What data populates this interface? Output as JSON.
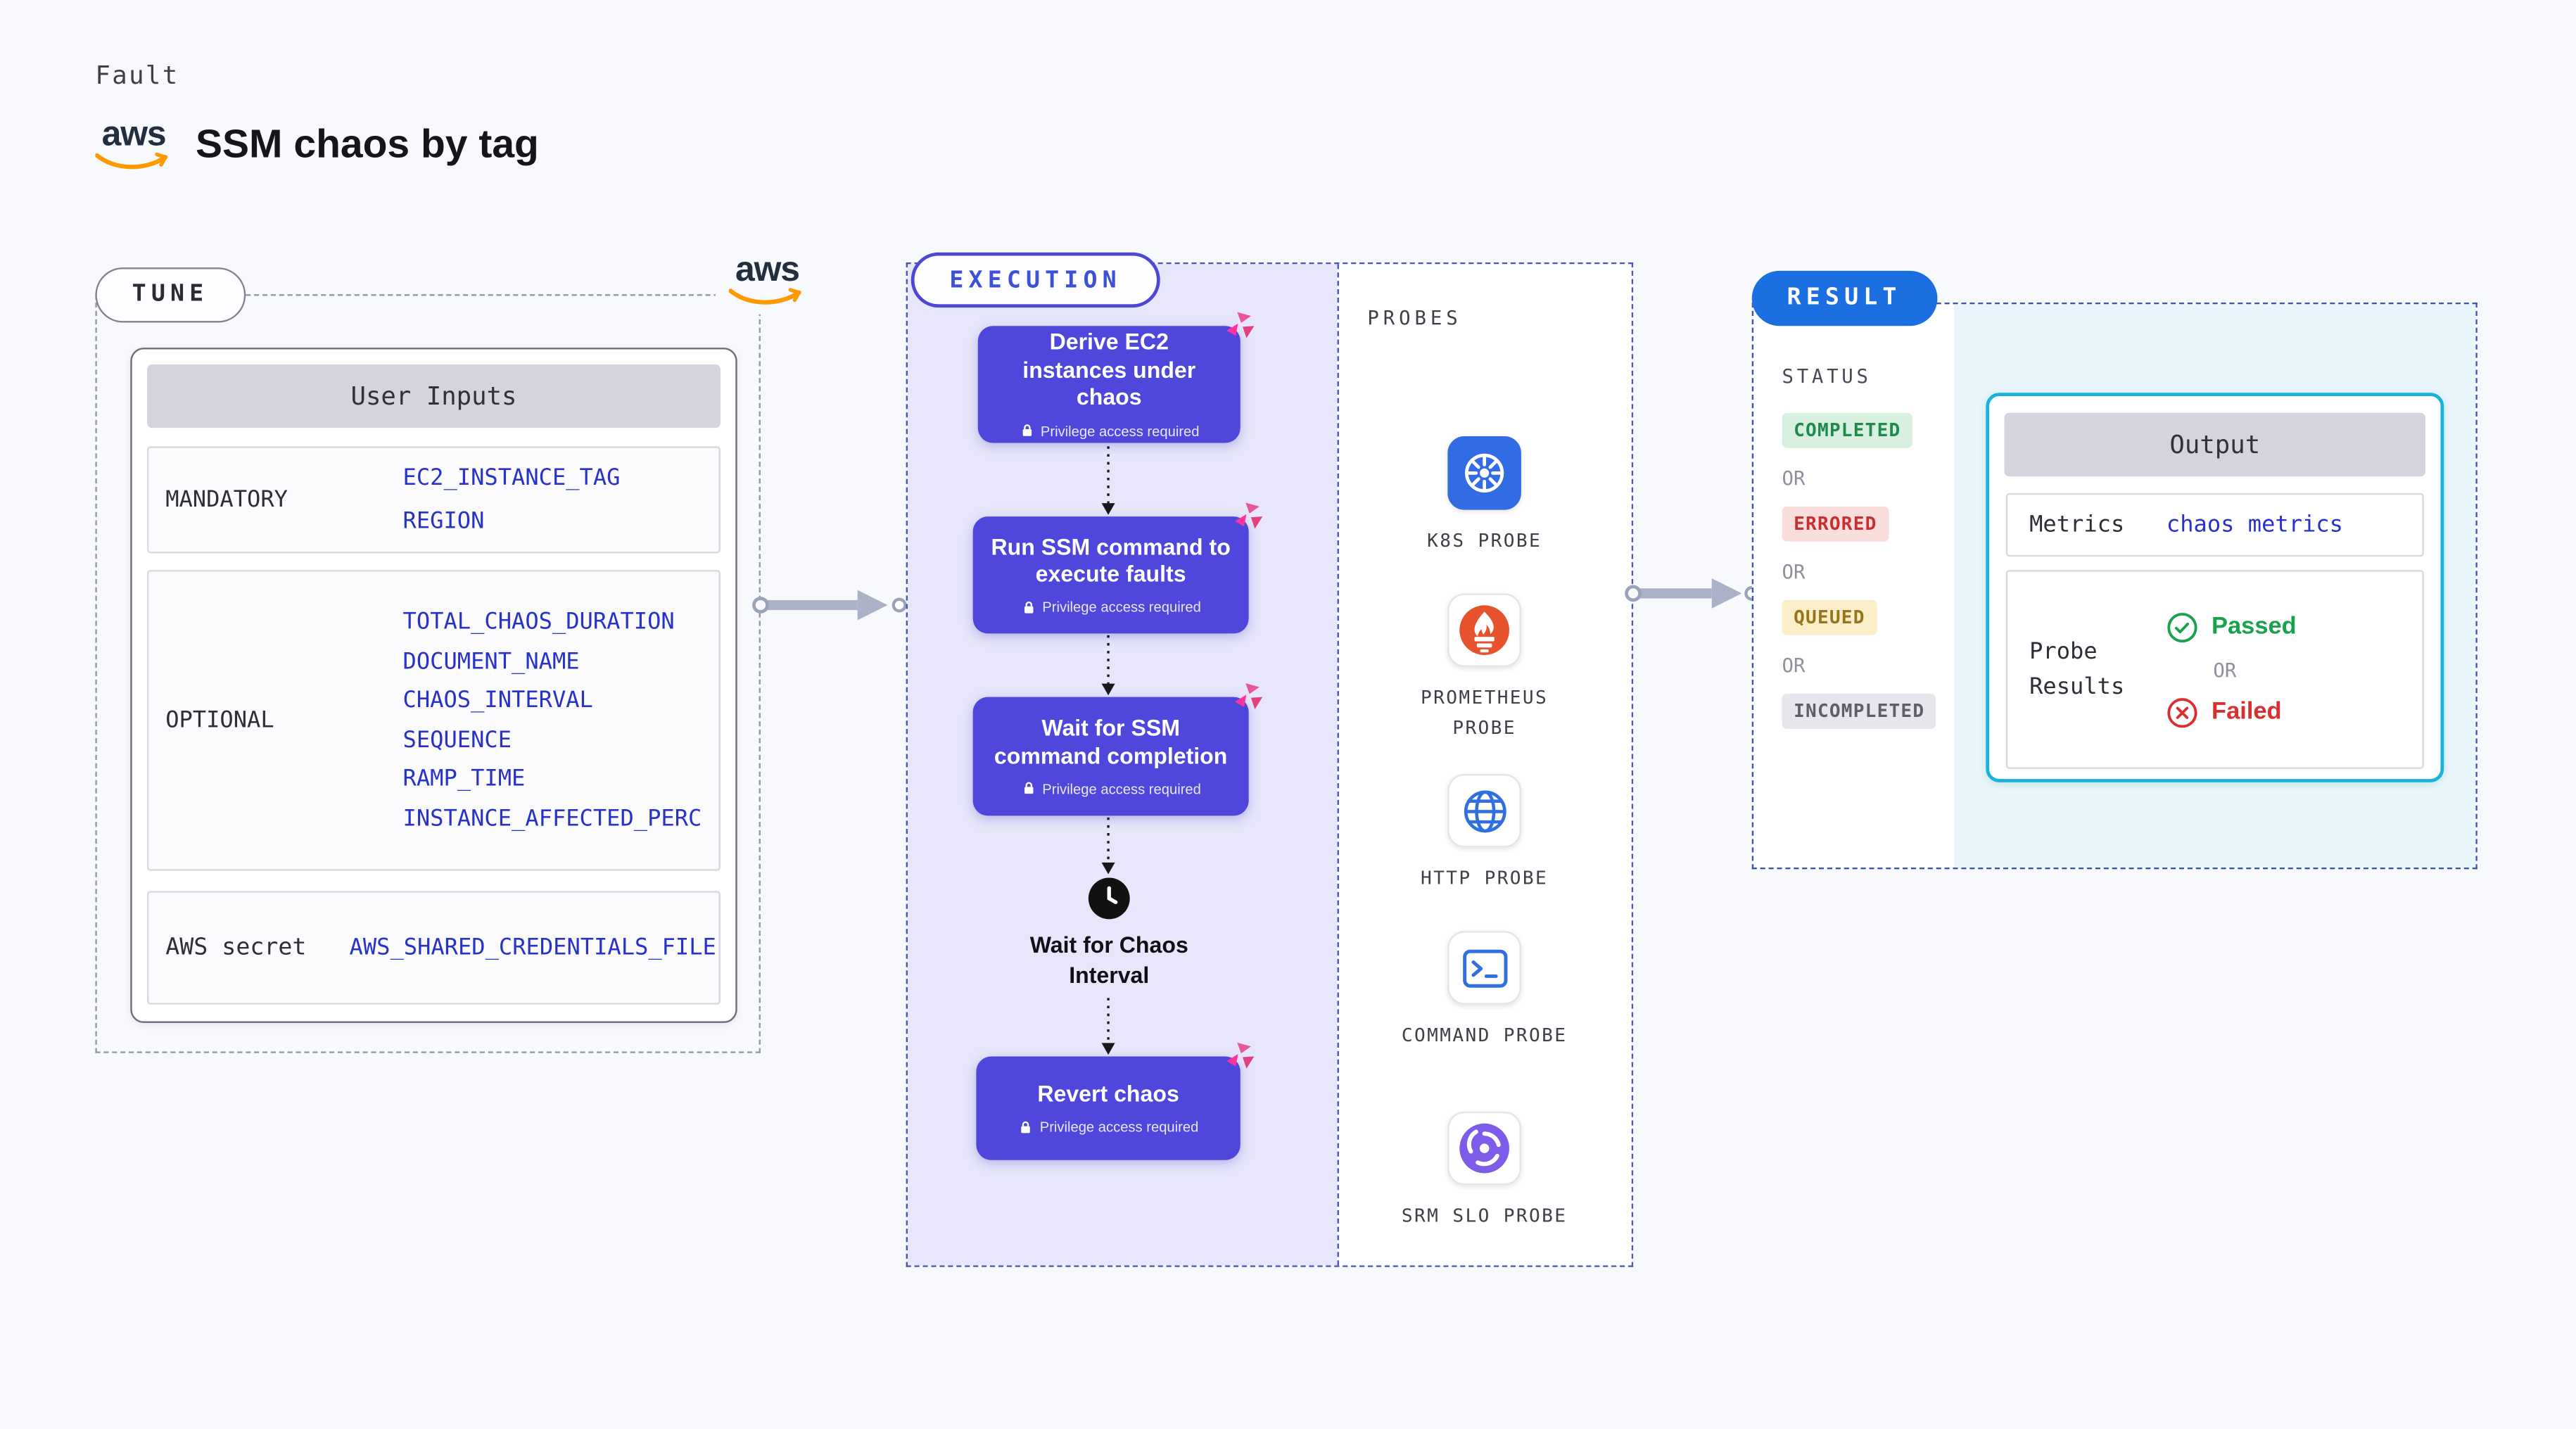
{
  "page": {
    "kicker": "Fault",
    "title": "SSM chaos by tag"
  },
  "aws": {
    "wordmark": "aws"
  },
  "colors": {
    "background": "#f8f9fc",
    "step_indigo": "#4f46dc",
    "execution_bg": "#e7e6fb",
    "variable_blue": "#2733c8",
    "result_pill_blue": "#1b6fe0",
    "output_border_cyan": "#18b3d9",
    "completed_green": "#1f8a4c",
    "errored_red": "#c53030",
    "queued_yellow": "#96751c",
    "incompleted_gray": "#5f5f6b",
    "passed_green": "#17a24b",
    "failed_red": "#d92f2f",
    "chaos_pink": "#ff339c",
    "aws_orange": "#ff9900",
    "kubernetes_blue": "#326ce5",
    "prometheus_orange": "#e6522c",
    "srm_purple": "#7c5ce8"
  },
  "tune": {
    "label": "TUNE",
    "table_title": "User Inputs",
    "rows": [
      {
        "label": "MANDATORY",
        "values": [
          "EC2_INSTANCE_TAG",
          "REGION"
        ]
      },
      {
        "label": "OPTIONAL",
        "values": [
          "TOTAL_CHAOS_DURATION",
          "DOCUMENT_NAME",
          "CHAOS_INTERVAL",
          "SEQUENCE",
          "RAMP_TIME",
          "INSTANCE_AFFECTED_PERC"
        ]
      },
      {
        "label": "AWS secret",
        "values": [
          "AWS_SHARED_CREDENTIALS_FILE"
        ]
      }
    ]
  },
  "execution": {
    "label": "EXECUTION",
    "steps": [
      {
        "title": "Derive EC2 instances under chaos",
        "badge": "Privilege access required"
      },
      {
        "title": "Run SSM command to execute faults",
        "badge": "Privilege access required"
      },
      {
        "title": "Wait for SSM command completion",
        "badge": "Privilege access required"
      }
    ],
    "wait_label": "Wait for Chaos Interval",
    "revert": {
      "title": "Revert chaos",
      "badge": "Privilege access required"
    }
  },
  "probes": {
    "label": "PROBES",
    "items": [
      {
        "name": "K8S PROBE",
        "icon": "kubernetes-icon"
      },
      {
        "name": "PROMETHEUS PROBE",
        "icon": "prometheus-icon"
      },
      {
        "name": "HTTP PROBE",
        "icon": "globe-icon"
      },
      {
        "name": "COMMAND PROBE",
        "icon": "terminal-icon"
      },
      {
        "name": "SRM SLO PROBE",
        "icon": "srm-slo-icon"
      }
    ]
  },
  "result": {
    "label": "RESULT",
    "status_heading": "STATUS",
    "or_label": "OR",
    "statuses": [
      {
        "label": "COMPLETED",
        "kind": "completed"
      },
      {
        "label": "ERRORED",
        "kind": "errored"
      },
      {
        "label": "QUEUED",
        "kind": "queued"
      },
      {
        "label": "INCOMPLETED",
        "kind": "incompleted"
      }
    ],
    "output": {
      "title": "Output",
      "metrics_label": "Metrics",
      "metrics_value": "chaos metrics",
      "probe_results_label": "Probe Results",
      "passed_label": "Passed",
      "failed_label": "Failed"
    }
  }
}
